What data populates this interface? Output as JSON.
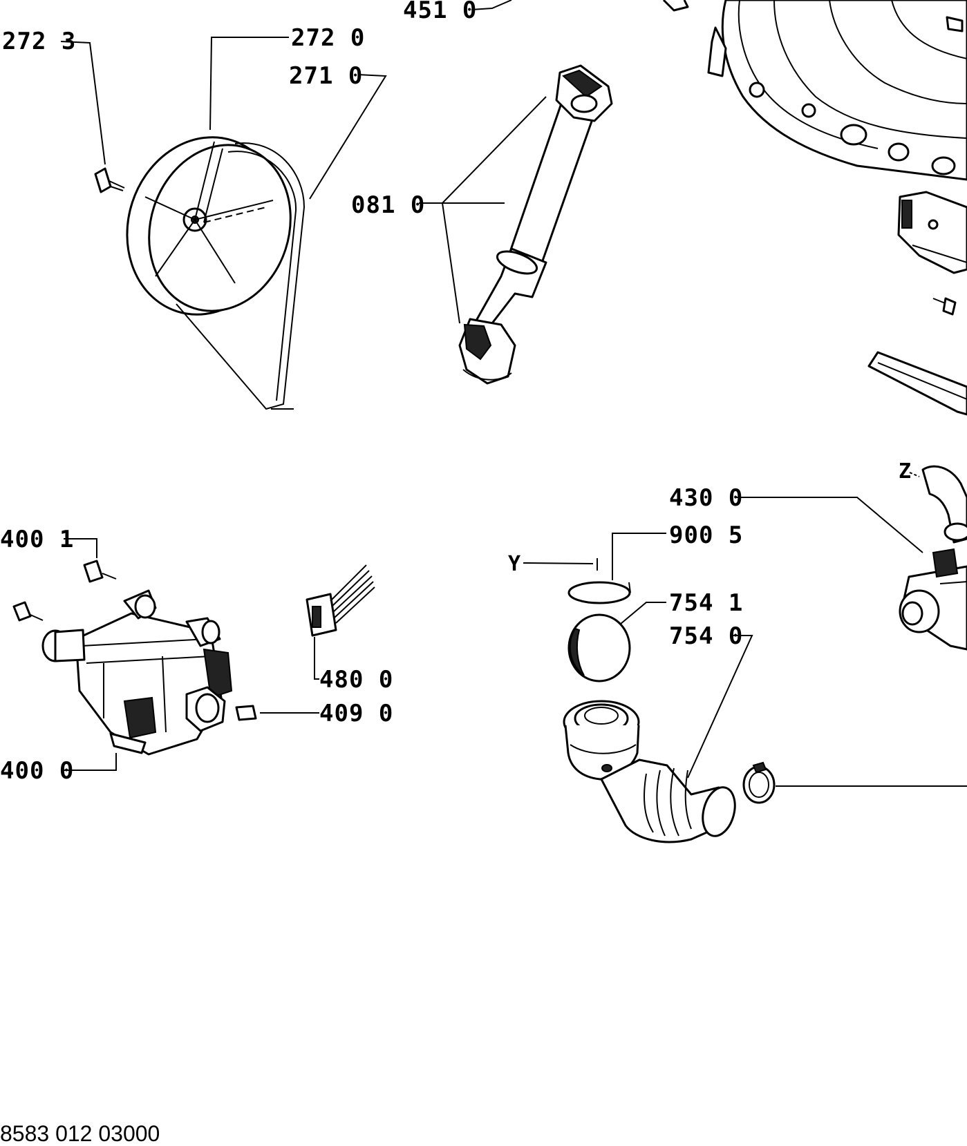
{
  "labels": {
    "l451_0": "451 0",
    "l272_3": "272 3",
    "l272_0": "272 0",
    "l271_0": "271 0",
    "l081_0": "081 0",
    "l430_0": "430 0",
    "l900_5": "900 5",
    "l754_1": "754 1",
    "l754_0": "754 0",
    "l400_1": "400 1",
    "l400_0": "400 0",
    "l480_0": "480 0",
    "l409_0": "409 0",
    "y": "Y",
    "z": "Z"
  },
  "document_number": "8583 012 03000"
}
